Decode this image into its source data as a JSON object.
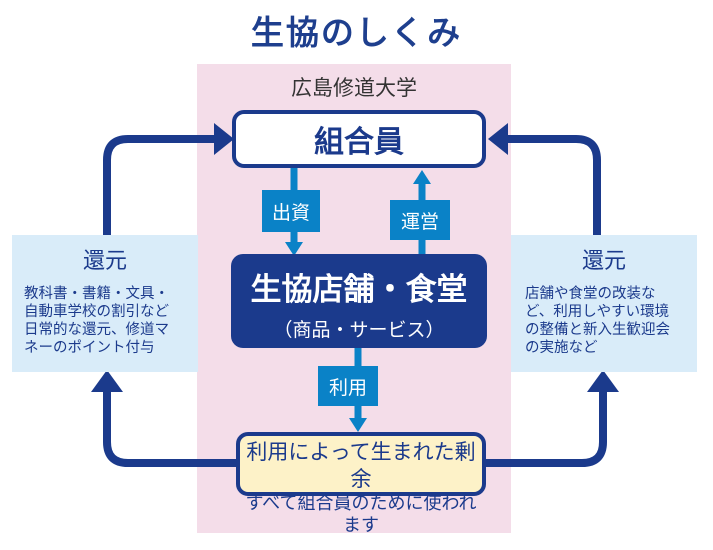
{
  "title": "生協のしくみ",
  "university": "広島修道大学",
  "member_box": {
    "label": "組合員"
  },
  "store_box": {
    "title": "生協店舗・食堂",
    "subtitle": "（商品・サービス）"
  },
  "surplus_box": {
    "line1": "利用によって生まれた剰余",
    "line2": "すべて組合員のために使われます"
  },
  "flow_labels": {
    "invest": "出資",
    "manage": "運営",
    "use": "利用"
  },
  "left_return": {
    "heading": "還元",
    "lines": [
      "教科書・書籍・文具・",
      "自動車学校の割引など",
      "日常的な還元、修道マ",
      "ネーのポイント付与"
    ]
  },
  "right_return": {
    "heading": "還元",
    "lines": [
      "店舗や食堂の改装な",
      "ど、利用しやすい環境",
      "の整備と新入生歓迎会",
      "の実施など"
    ]
  },
  "colors": {
    "navy": "#1b3a8c",
    "flow_blue": "#0a82c7",
    "pink_bg": "#f4dde9",
    "side_bg": "#d9ecf9",
    "surplus_bg": "#fdf2c8"
  }
}
